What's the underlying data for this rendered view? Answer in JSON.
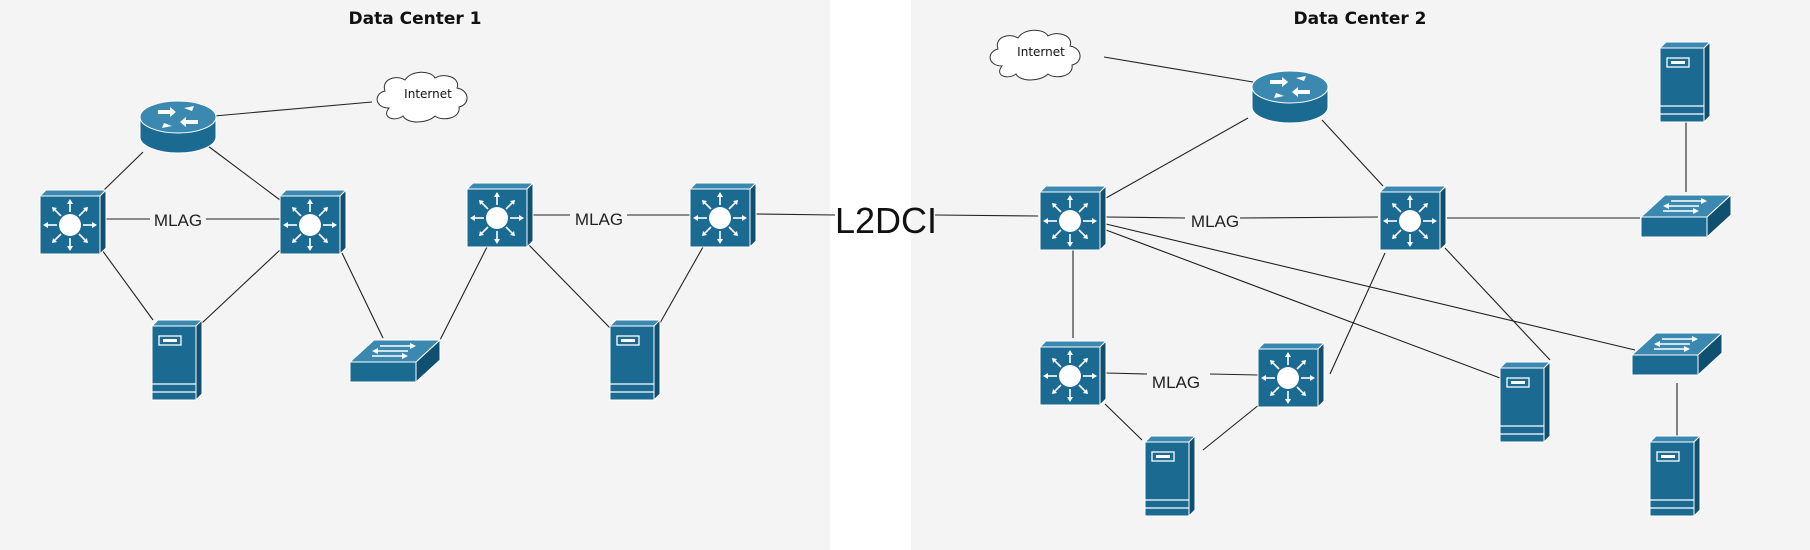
{
  "data_centers": [
    {
      "title": "Data Center 1"
    },
    {
      "title": "Data Center 2"
    }
  ],
  "labels": {
    "mlag": "MLAG",
    "interconnect": "L2DCI",
    "internet": "Internet"
  },
  "colors": {
    "device": "#1a6a92",
    "device_top": "#3b89b0",
    "device_side": "#0f4f70",
    "panel": "#f4f4f4",
    "line": "#222222"
  },
  "device_icons": [
    "router-icon",
    "multilayer-switch-icon",
    "workgroup-switch-icon",
    "server-icon",
    "cloud-icon"
  ]
}
